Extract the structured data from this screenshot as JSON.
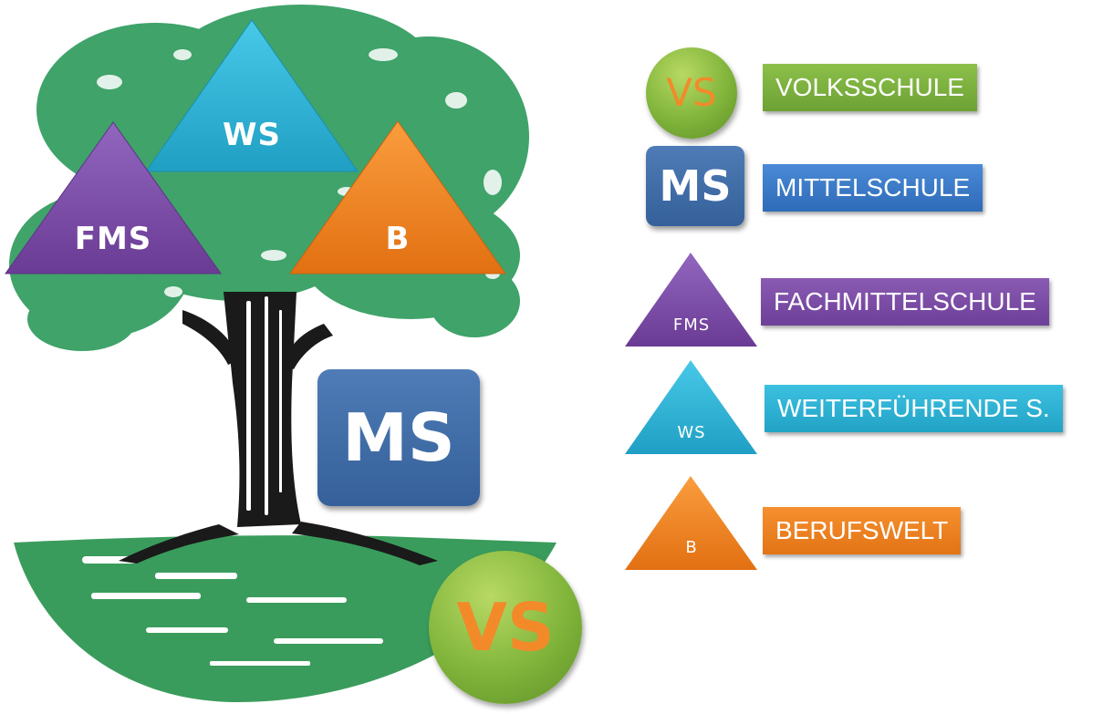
{
  "diagram": {
    "tree": {
      "triangles": [
        {
          "id": "ws",
          "label": "WS",
          "color": "#2fb2d6"
        },
        {
          "id": "fms",
          "label": "FMS",
          "color": "#7a4ea6"
        },
        {
          "id": "b",
          "label": "B",
          "color": "#ee8424"
        }
      ],
      "ms_box_label": "MS",
      "vs_circle_label": "VS"
    },
    "legend": [
      {
        "id": "vs",
        "symbol": "VS",
        "label": "VOLKSSCHULE",
        "color": "#7fb33a"
      },
      {
        "id": "ms",
        "symbol": "MS",
        "label": "MITTELSCHULE",
        "color": "#3f75c2"
      },
      {
        "id": "fms",
        "symbol": "FMS",
        "label": "FACHMITTELSCHULE",
        "color": "#7a4ea6"
      },
      {
        "id": "ws",
        "symbol": "WS",
        "label": "WEITERFÜHRENDE S.",
        "color": "#2fb2d6"
      },
      {
        "id": "b",
        "symbol": "B",
        "label": "BERUFSWELT",
        "color": "#ee8424"
      }
    ]
  }
}
